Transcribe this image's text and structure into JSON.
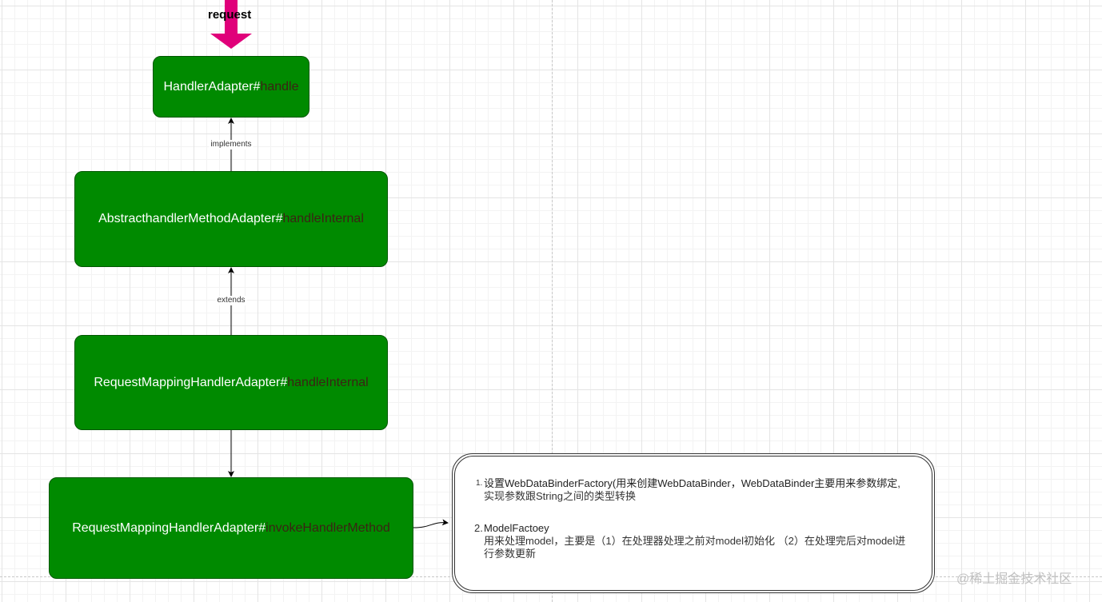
{
  "request_label": "request",
  "nodes": {
    "handler_adapter": {
      "class_name": "HandlerAdapter#",
      "method": "handle"
    },
    "abstract_adapter": {
      "class_name": "AbstracthandlerMethodAdapter#",
      "method": "handleInternal"
    },
    "rmha_internal": {
      "class_name": "RequestMappingHandlerAdapter#",
      "method": "handleInternal"
    },
    "rmha_invoke": {
      "class_name": "RequestMappingHandlerAdapter#",
      "method": "invokeHandlerMethod"
    }
  },
  "edges": {
    "implements": "implements",
    "extends": "extends"
  },
  "note": {
    "items": [
      {
        "number": "1.",
        "line1": "设置WebDataBinderFactory(用来创建WebDataBinder，WebDataBinder主要用来参数绑定,",
        "line2": "实现参数跟String之间的类型转换"
      },
      {
        "number": "2.",
        "line1": "ModelFactoey",
        "line2": "用来处理model，主要是（1）在处理器处理之前对model初始化 （2）在处理完后对model进",
        "line3": "行参数更新"
      }
    ]
  },
  "watermark": "@稀土掘金技术社区",
  "colors": {
    "node_fill": "#008a00",
    "node_border": "#005700",
    "arrow_request": "#e0007a",
    "method_text": "#3b2414"
  }
}
